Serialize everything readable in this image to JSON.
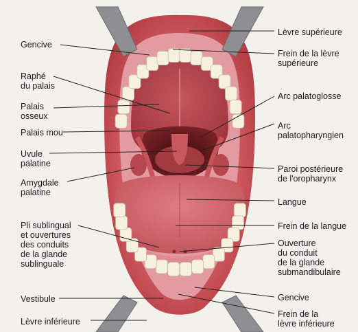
{
  "diagram": {
    "colors": {
      "background": "#f3f1ec",
      "lip": "#c8484e",
      "gum": "#e39aa0",
      "palate": "#b4474f",
      "throat": "#5c1518",
      "tongue": "#d3656c",
      "tooth": "#f6f0df",
      "retractor": "#8d8f92",
      "leader": "#222222"
    },
    "labels_left": [
      {
        "id": "gencive-top",
        "text": "Gencive"
      },
      {
        "id": "raphe",
        "text": "Raphé\ndu palais"
      },
      {
        "id": "palais-osseux",
        "text": "Palais\nosseux"
      },
      {
        "id": "palais-mou",
        "text": "Palais mou"
      },
      {
        "id": "uvule",
        "text": "Uvule\npalatine"
      },
      {
        "id": "amygdale",
        "text": "Amygdale\npalatine"
      },
      {
        "id": "pli-sublingual",
        "text": "Pli sublingual\net ouvertures\ndes conduits\nde la glande\nsublinguale"
      },
      {
        "id": "vestibule",
        "text": "Vestibule"
      },
      {
        "id": "levre-inf",
        "text": "Lèvre inférieure"
      }
    ],
    "labels_right": [
      {
        "id": "levre-sup",
        "text": "Lèvre supérieure"
      },
      {
        "id": "frein-levre-sup",
        "text": "Frein de la lèvre\nsupérieure"
      },
      {
        "id": "arc-palatoglosse",
        "text": "Arc palatoglosse"
      },
      {
        "id": "arc-palatopharyngien",
        "text": "Arc\npalatopharyngien"
      },
      {
        "id": "paroi-oropharynx",
        "text": "Paroi postérieure\nde l'oropharynx"
      },
      {
        "id": "langue",
        "text": "Langue"
      },
      {
        "id": "frein-langue",
        "text": "Frein de la langue"
      },
      {
        "id": "ouverture-conduit",
        "text": "Ouverture\ndu conduit\nde la glande\nsubmandibulaire"
      },
      {
        "id": "gencive-bottom",
        "text": "Gencive"
      },
      {
        "id": "frein-levre-inf",
        "text": "Frein de la\nlèvre inférieure"
      }
    ]
  }
}
